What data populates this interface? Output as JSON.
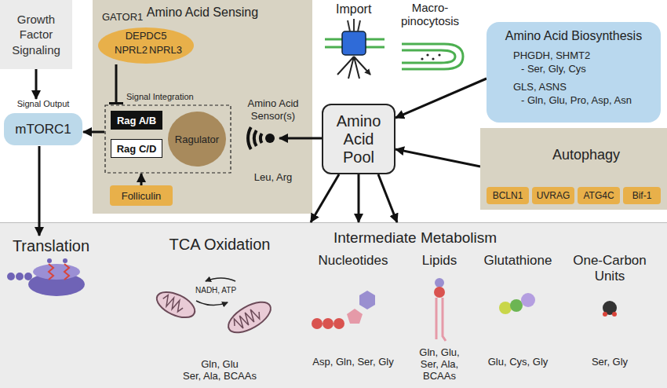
{
  "diagram": {
    "nodes": [
      {
        "text": [
          "Growth Factor Signaling"
        ]
      },
      {
        "text": [
          "Amino Acid Sensing"
        ]
      },
      {
        "text": [
          "GATOR1",
          "DEPDC5",
          "NPRL2",
          "NPRL3"
        ],
        "in": 1
      },
      {
        "text": [
          "Signal Integration"
        ],
        "in": 1
      },
      {
        "text": [
          "Rag A/B"
        ],
        "in": 3
      },
      {
        "text": [
          "Rag C/D"
        ],
        "in": 3
      },
      {
        "text": [
          "Ragulator"
        ],
        "in": 3
      },
      {
        "text": [
          "Folliculin"
        ],
        "in": 1
      },
      {
        "text": [
          "Amino Acid Sensor(s)",
          "Leu, Arg"
        ],
        "in": 1
      },
      {
        "text": [
          "Signal Output",
          "mTORC1"
        ]
      },
      {
        "text": [
          "Amino Acid Pool"
        ]
      },
      {
        "text": [
          "Amino Acid Biosynthesis",
          "PHGDH, SHMT2",
          "- Ser, Gly, Cys",
          "GLS, ASNS",
          "- Gln, Glu, Pro, Asp, Asn"
        ]
      },
      {
        "text": [
          "Autophagy"
        ]
      },
      {
        "text": [
          "BCLN1"
        ],
        "in": 12
      },
      {
        "text": [
          "UVRAG"
        ],
        "in": 12
      },
      {
        "text": [
          "ATG4C"
        ],
        "in": 12
      },
      {
        "text": [
          "Bif-1"
        ],
        "in": 12
      },
      {
        "text": [
          "Intermediate Metabolism"
        ]
      },
      {
        "text": [
          "Translation"
        ],
        "in": 17
      },
      {
        "text": [
          "TCA Oxidation",
          "Gln, Glu",
          "Ser, Ala, BCAAs"
        ],
        "in": 17
      },
      {
        "text": [
          "Nucleotides",
          "Asp, Gln, Ser, Gly"
        ],
        "in": 17
      },
      {
        "text": [
          "Lipids",
          "Gln, Glu,",
          "Ser, Ala, BCAAs"
        ],
        "in": 17
      },
      {
        "text": [
          "Glutathione",
          "Glu, Cys, Gly"
        ],
        "in": 17
      },
      {
        "text": [
          "One-Carbon Units",
          "Ser, Gly"
        ],
        "in": 17
      }
    ],
    "edges": [
      {
        "from": 0,
        "to": 9,
        "arrow": "to"
      },
      {
        "from": 3,
        "to": 9,
        "arrow": "to"
      },
      {
        "from": 2,
        "to": 3,
        "arrow": "to"
      },
      {
        "from": 7,
        "to": 3,
        "arrow": "to"
      },
      {
        "from": 10,
        "to": 8,
        "arrow": "to"
      },
      {
        "from": 11,
        "to": 10,
        "arrow": "to"
      },
      {
        "from": 12,
        "to": 10,
        "arrow": "to"
      },
      {
        "from": 9,
        "to": 18,
        "arrow": "to"
      },
      {
        "from": 10,
        "to": 17,
        "arrow": "to"
      },
      {
        "from": 10,
        "to": 17,
        "arrow": "to"
      },
      {
        "from": 10,
        "to": 17,
        "arrow": "to"
      }
    ],
    "labels": [
      "Import",
      "Macro- pinocytosis",
      "NADH, ATP"
    ]
  }
}
